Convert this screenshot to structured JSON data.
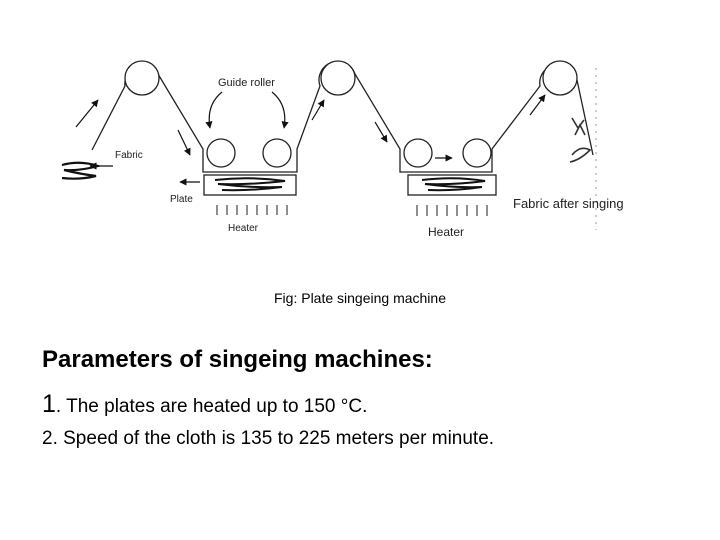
{
  "diagram": {
    "labels": {
      "guide_roller": "Guide roller",
      "fabric": "Fabric",
      "plate": "Plate",
      "heater_left": "Heater",
      "heater_right": "Heater",
      "fabric_after": "Fabric after singing"
    }
  },
  "caption": "Fig: Plate singeing machine",
  "heading": "Parameters of singeing machines:",
  "params": [
    {
      "num": "1",
      "text": ". The plates are heated up to 150 °C."
    },
    {
      "num": "2",
      "text": ". Speed of the cloth is 135 to 225 meters per minute."
    }
  ]
}
